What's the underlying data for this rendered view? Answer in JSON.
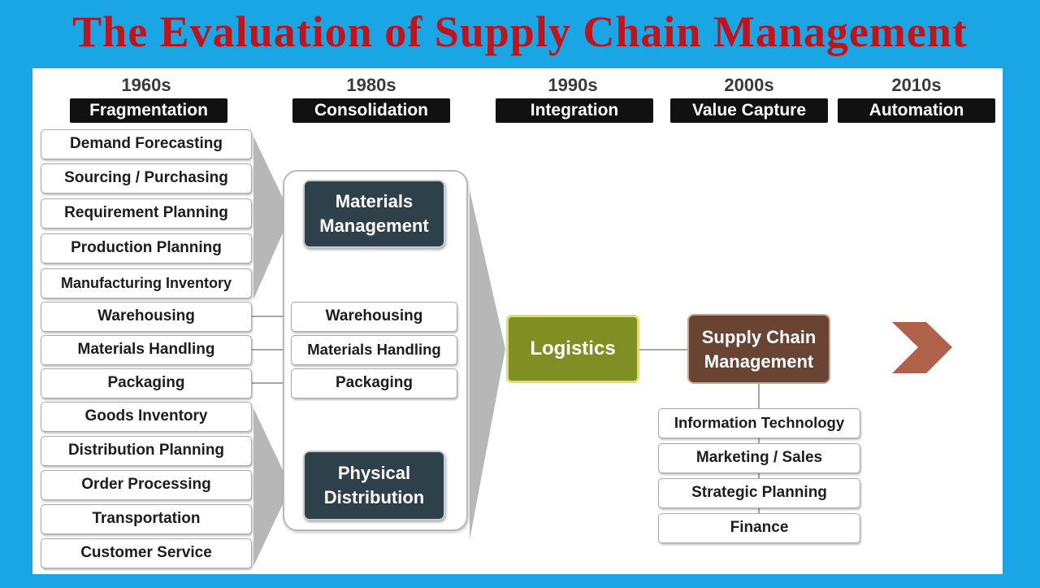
{
  "title": "The Evaluation of Supply Chain Management",
  "eras": [
    {
      "year": "1960s",
      "label": "Fragmentation"
    },
    {
      "year": "1980s",
      "label": "Consolidation"
    },
    {
      "year": "1990s",
      "label": "Integration"
    },
    {
      "year": "2000s",
      "label": "Value Capture"
    },
    {
      "year": "2010s",
      "label": "Automation"
    }
  ],
  "activities": [
    "Demand Forecasting",
    "Sourcing / Purchasing",
    "Requirement Planning",
    "Production Planning",
    "Manufacturing Inventory",
    "Warehousing",
    "Materials Handling",
    "Packaging",
    "Goods Inventory",
    "Distribution Planning",
    "Order Processing",
    "Transportation",
    "Customer Service"
  ],
  "consolidation": {
    "materials_management": [
      "Materials",
      "Management"
    ],
    "shared": [
      "Warehousing",
      "Materials Handling",
      "Packaging"
    ],
    "physical_distribution": [
      "Physical",
      "Distribution"
    ]
  },
  "integration": {
    "label": "Logistics"
  },
  "value_capture": {
    "label": [
      "Supply Chain",
      "Management"
    ],
    "functions": [
      "Information Technology",
      "Marketing / Sales",
      "Strategic Planning",
      "Finance"
    ]
  },
  "colors": {
    "title": "#c0141c",
    "background": "#1aa6e4",
    "era_label_bg": "#111111",
    "dark_box": "#2e4049",
    "logistics": "#7f8f24",
    "scm": "#6a4432",
    "next_arrow": "#b0614a",
    "funnel": "#b7b7b7"
  },
  "icons": {
    "next": "chevron-right-icon"
  }
}
